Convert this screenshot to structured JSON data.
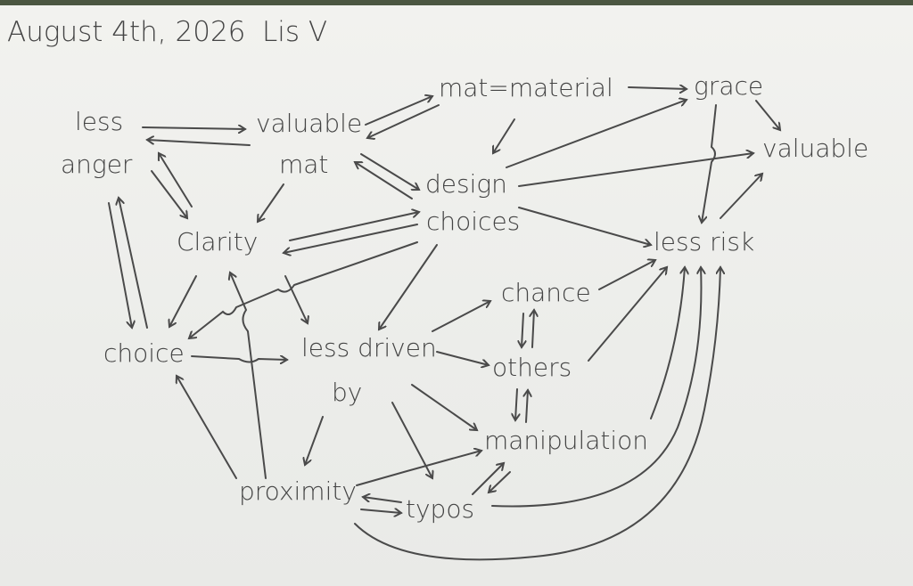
{
  "header": {
    "date": "August 4th, 2026",
    "author": "Lis V"
  },
  "nodes": {
    "less": "less",
    "anger": "anger",
    "valuable": "valuable",
    "mat": "mat",
    "mat_material": "mat=material",
    "grace": "grace",
    "valuable_right": "valuable",
    "design": "design",
    "choices": "choices",
    "clarity": "Clarity",
    "less_risk": "less risk",
    "chance": "chance",
    "choice": "choice",
    "less_driven": "less driven",
    "by": "by",
    "others": "others",
    "manipulation": "manipulation",
    "proximity": "proximity",
    "typos": "typos"
  },
  "colors": {
    "ink": "#444444",
    "paper": "#efefec",
    "background": "#4c5741"
  }
}
